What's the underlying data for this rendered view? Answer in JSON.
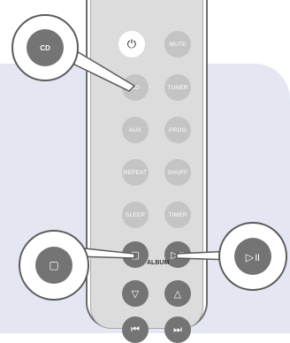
{
  "remote": {
    "buttons": {
      "power": "⏻",
      "mute": "MUTE",
      "cd": "CD",
      "tuner": "TUNER",
      "aux": "AUX",
      "prog": "PROG",
      "repeat": "REPEAT",
      "shuff": "SHUFF",
      "sleep": "SLEEP",
      "timer": "TIMER",
      "stop": "▢",
      "play_pause": "▷॥",
      "album_down": "▽",
      "album_up": "△",
      "prev": "⏮",
      "next": "⏭"
    },
    "album_label": "ALBUM"
  },
  "callouts": {
    "cd": "CD",
    "stop": "▢",
    "play_pause": "▷॥"
  },
  "colors": {
    "background_panel": "#e4e7f1",
    "remote_face": "#dcdcdc",
    "button_light": "#c4c4c4",
    "button_dark": "#747474"
  }
}
